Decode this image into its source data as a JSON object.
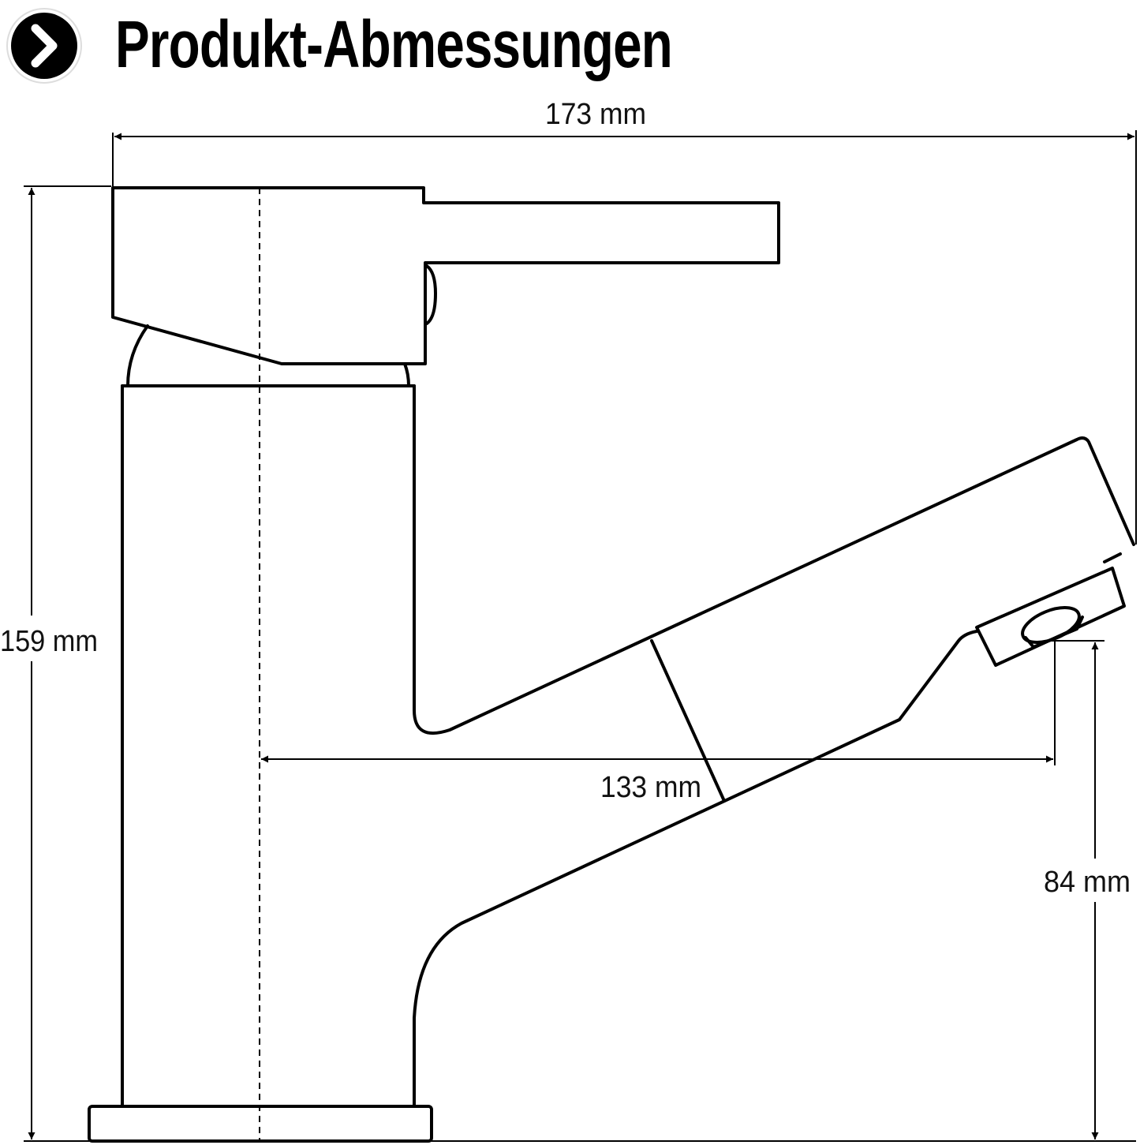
{
  "header": {
    "title": "Produkt-Abmessungen",
    "icon": "chevron-right-circle-icon"
  },
  "dimensions": {
    "total_width": "173 mm",
    "total_height": "159 mm",
    "spout_reach": "133 mm",
    "spout_height": "84 mm"
  },
  "colors": {
    "line": "#000000",
    "background": "#ffffff"
  }
}
